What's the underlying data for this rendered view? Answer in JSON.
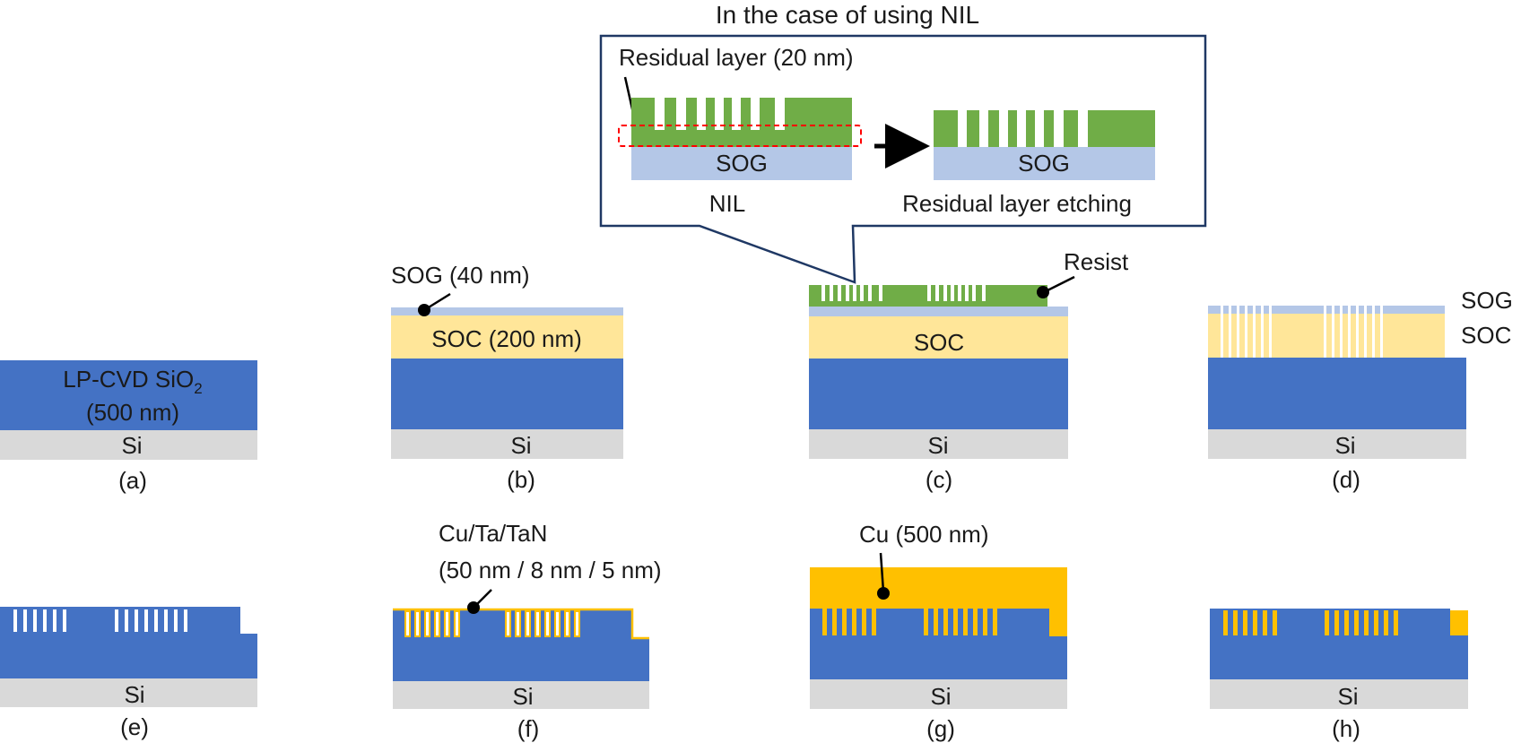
{
  "inset": {
    "title": "In the case of using NIL",
    "residual_label": "Residual layer (20 nm)",
    "sog_label_left": "SOG",
    "sog_label_right": "SOG",
    "step_left": "NIL",
    "step_right": "Residual layer etching"
  },
  "panels": {
    "a": {
      "caption": "(a)",
      "substrate": "Si",
      "oxide_line1": "LP-CVD SiO",
      "oxide_sub": "2",
      "oxide_line2": "(500 nm)"
    },
    "b": {
      "caption": "(b)",
      "substrate": "Si",
      "sog_callout": "SOG (40 nm)",
      "soc_label": "SOC (200 nm)"
    },
    "c": {
      "caption": "(c)",
      "substrate": "Si",
      "resist_callout": "Resist",
      "soc_label": "SOC"
    },
    "d": {
      "caption": "(d)",
      "substrate": "Si",
      "sog_side": "SOG",
      "soc_side": "SOC"
    },
    "e": {
      "caption": "(e)",
      "substrate": "Si"
    },
    "f": {
      "caption": "(f)",
      "substrate": "Si",
      "barrier_line1": "Cu/Ta/TaN",
      "barrier_line2": "(50 nm / 8 nm / 5 nm)"
    },
    "g": {
      "caption": "(g)",
      "substrate": "Si",
      "cu_callout": "Cu (500 nm)"
    },
    "h": {
      "caption": "(h)",
      "substrate": "Si"
    }
  },
  "colors": {
    "oxide": "#4472c4",
    "si": "#d9d9d9",
    "soc": "#ffe699",
    "sog": "#b4c7e7",
    "resist": "#70ad47",
    "cu": "#ffc000",
    "callout_line": "#000000",
    "frame": "#1f3864",
    "dashed": "#ff0000"
  }
}
